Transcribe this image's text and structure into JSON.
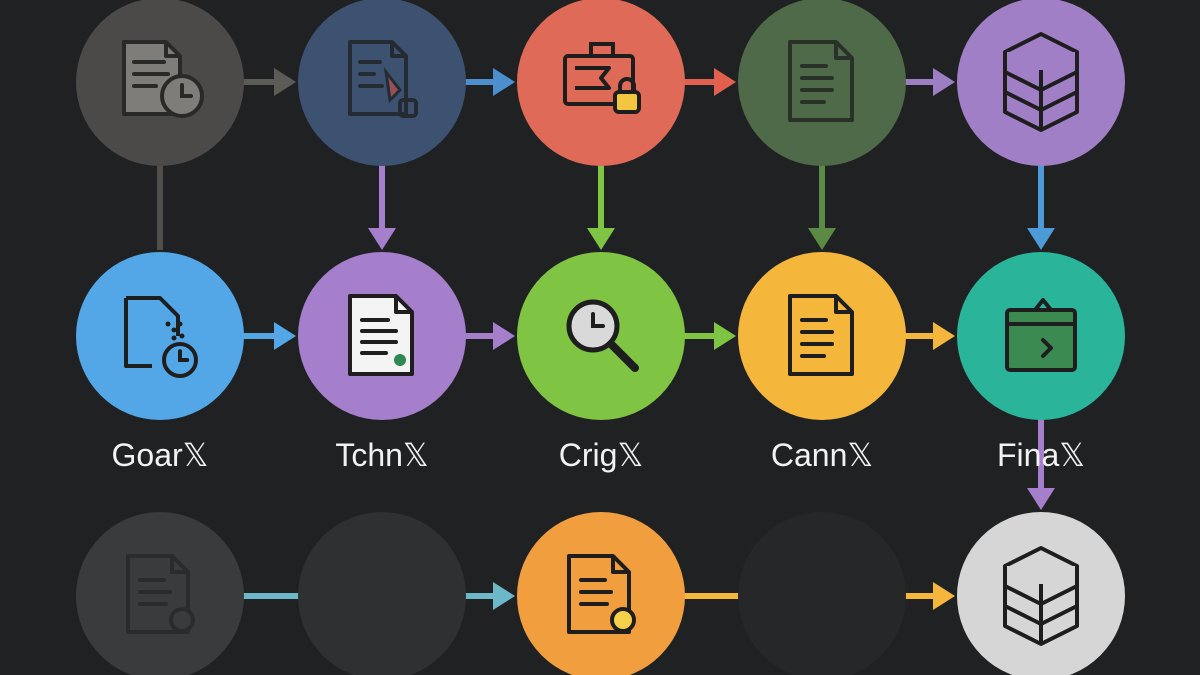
{
  "colors": {
    "background": "#1f2123",
    "icon_stroke": "#1e1e1e"
  },
  "nodes": [
    {
      "id": "r1c1",
      "fill": "#4b4a48",
      "icon": "document-clock-icon",
      "label": ""
    },
    {
      "id": "r1c2",
      "fill": "#3d5270",
      "icon": "document-edit-icon",
      "label": ""
    },
    {
      "id": "r1c3",
      "fill": "#e06a58",
      "icon": "folder-lock-icon",
      "label": ""
    },
    {
      "id": "r1c4",
      "fill": "#4e6a48",
      "icon": "document-icon",
      "label": ""
    },
    {
      "id": "r1c5",
      "fill": "#a17fc6",
      "icon": "cube-stack-icon",
      "label": ""
    },
    {
      "id": "r2c1",
      "fill": "#54a7e6",
      "icon": "file-clock-icon",
      "label": "Goar𝕏"
    },
    {
      "id": "r2c2",
      "fill": "#a57fcb",
      "icon": "document-text-icon",
      "label": "Tchn𝕏"
    },
    {
      "id": "r2c3",
      "fill": "#80c444",
      "icon": "magnifier-clock-icon",
      "label": "Crig𝕏"
    },
    {
      "id": "r2c4",
      "fill": "#f4b73c",
      "icon": "document-icon",
      "label": "Cann𝕏"
    },
    {
      "id": "r2c5",
      "fill": "#2ab59a",
      "icon": "window-arrow-icon",
      "label": "Fina𝕏"
    },
    {
      "id": "r3c1",
      "fill": "#3a3b3c",
      "icon": "document-badge-icon",
      "label": ""
    },
    {
      "id": "r3c2",
      "fill": "#2f3031",
      "icon": "none",
      "label": ""
    },
    {
      "id": "r3c3",
      "fill": "#f19e3e",
      "icon": "document-badge-icon",
      "label": ""
    },
    {
      "id": "r3c4",
      "fill": "#262728",
      "icon": "none",
      "label": ""
    },
    {
      "id": "r3c5",
      "fill": "#d6d6d6",
      "icon": "cube-stack-icon",
      "label": ""
    }
  ],
  "connectors": [
    {
      "from": "r1c1",
      "to": "r1c2",
      "color": "#5d5b55"
    },
    {
      "from": "r1c2",
      "to": "r1c3",
      "color": "#4c8fcf"
    },
    {
      "from": "r1c3",
      "to": "r1c4",
      "color": "#e2604f"
    },
    {
      "from": "r1c4",
      "to": "r1c5",
      "color": "#9d7dc4"
    },
    {
      "from": "r1c1",
      "to": "r2c1",
      "color": "#4f4e4b",
      "arrow": false
    },
    {
      "from": "r1c2",
      "to": "r2c2",
      "color": "#a57fcb"
    },
    {
      "from": "r1c3",
      "to": "r2c3",
      "color": "#80c444"
    },
    {
      "from": "r1c4",
      "to": "r2c4",
      "color": "#5b8a44"
    },
    {
      "from": "r1c5",
      "to": "r2c5",
      "color": "#4c9ad6"
    },
    {
      "from": "r2c1",
      "to": "r2c2",
      "color": "#54a7e6"
    },
    {
      "from": "r2c2",
      "to": "r2c3",
      "color": "#a57fcb"
    },
    {
      "from": "r2c3",
      "to": "r2c4",
      "color": "#80c444"
    },
    {
      "from": "r2c4",
      "to": "r2c5",
      "color": "#f4b73c"
    },
    {
      "from": "r2c5",
      "to": "r3c5",
      "color": "#a57fcb"
    },
    {
      "from": "r3c1",
      "to": "r3c3",
      "color": "#6cb8c8"
    },
    {
      "from": "r3c3",
      "to": "r3c5",
      "color": "#f4b73c"
    }
  ]
}
